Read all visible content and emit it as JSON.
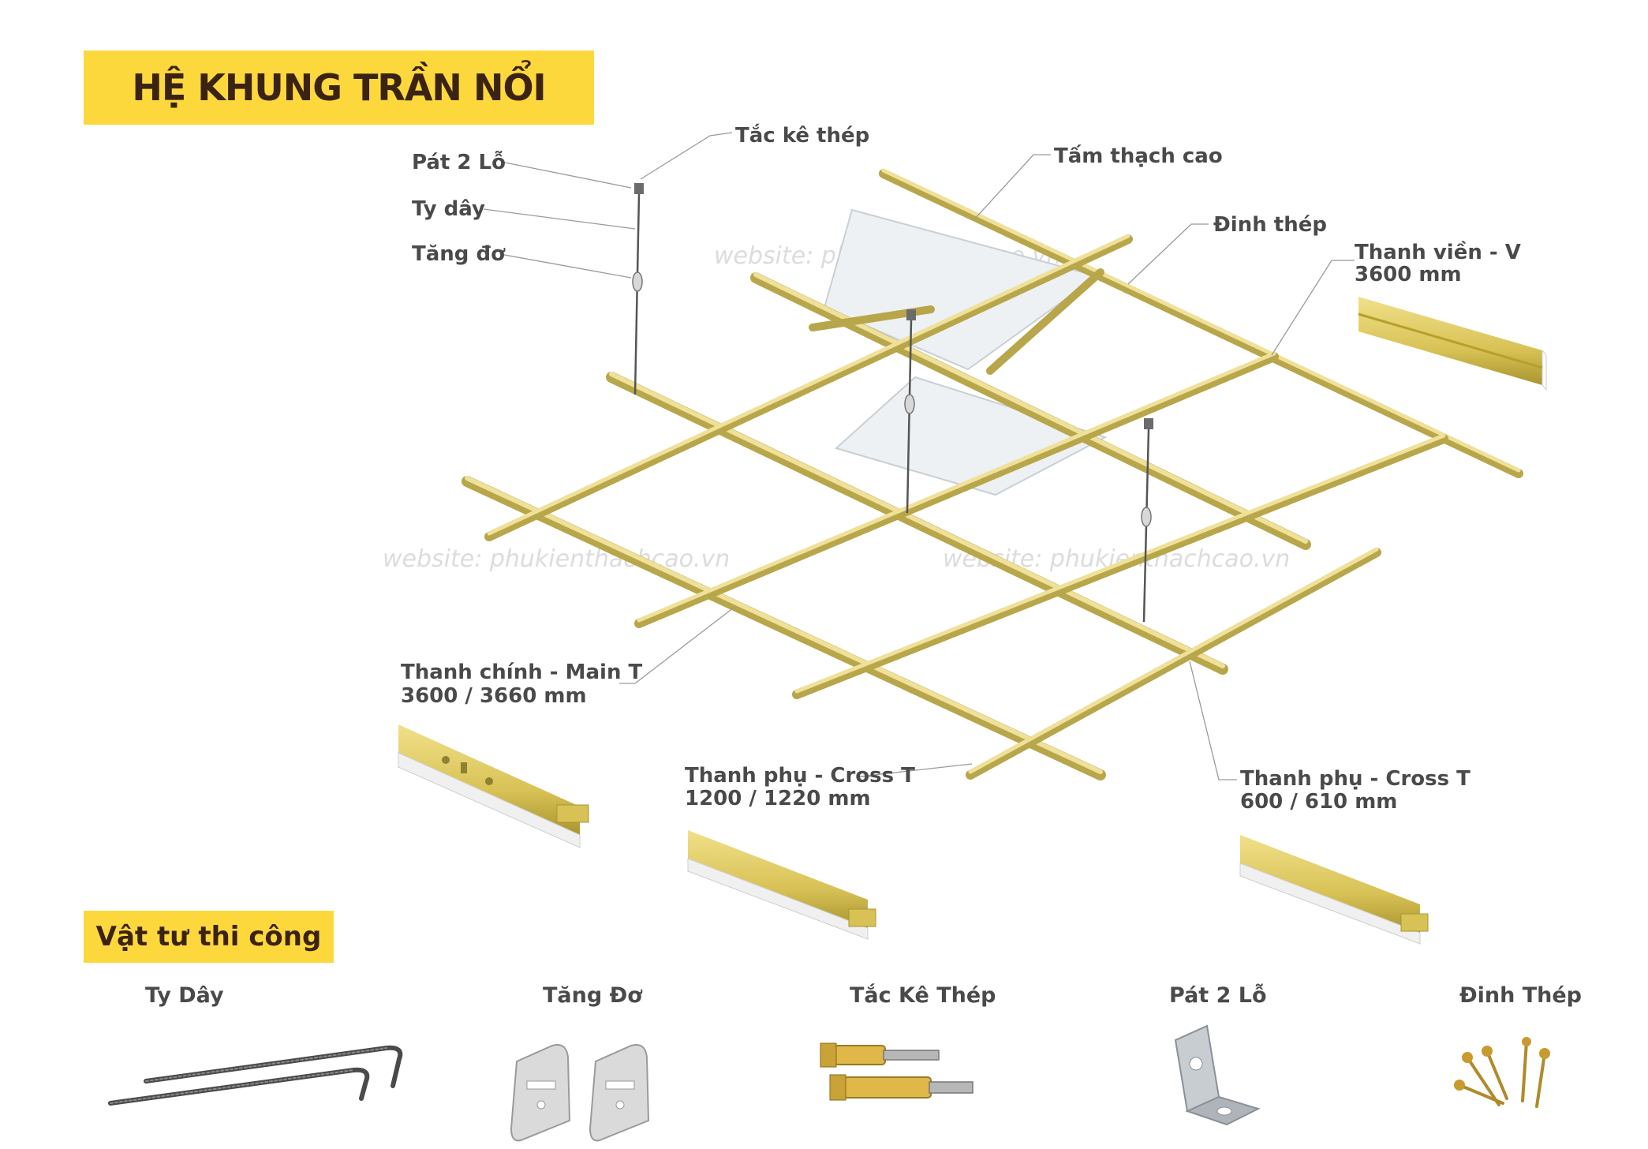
{
  "header": {
    "title": "HỆ KHUNG TRẦN NỔI"
  },
  "diagram": {
    "labels": {
      "pat_2_lo": "Pát 2 Lỗ",
      "ty_day": "Ty dây",
      "tang_do": "Tăng đơ",
      "tac_ke_thep": "Tắc kê thép",
      "tam_thach_cao": "Tấm thạch cao",
      "dinh_thep": "Đinh thép",
      "thanh_vien_name": "Thanh viền - V",
      "thanh_vien_size": "3600 mm",
      "main_t_name": "Thanh chính - Main T",
      "main_t_size": "3600 / 3660 mm",
      "cross_1200_name": "Thanh phụ - Cross T",
      "cross_1200_size": "1200 / 1220 mm",
      "cross_600_name": "Thanh phụ - Cross T",
      "cross_600_size": "600 / 610 mm"
    },
    "watermark": "website: phukienthachcao.vn",
    "colors": {
      "accent_yellow": "#FDD83C",
      "rail": "#E3D27C",
      "rail_dark": "#B8A64A",
      "panel": "#EEF1F3"
    }
  },
  "materials": {
    "title": "Vật tư  thi công",
    "items": [
      {
        "label": "Ty Dây",
        "icon": "threaded-rod-icon"
      },
      {
        "label": "Tăng Đơ",
        "icon": "spring-clip-icon"
      },
      {
        "label": "Tắc Kê Thép",
        "icon": "anchor-bolt-icon"
      },
      {
        "label": "Pát 2 Lỗ",
        "icon": "angle-bracket-icon"
      },
      {
        "label": "Đinh Thép",
        "icon": "steel-nail-icon"
      }
    ]
  }
}
